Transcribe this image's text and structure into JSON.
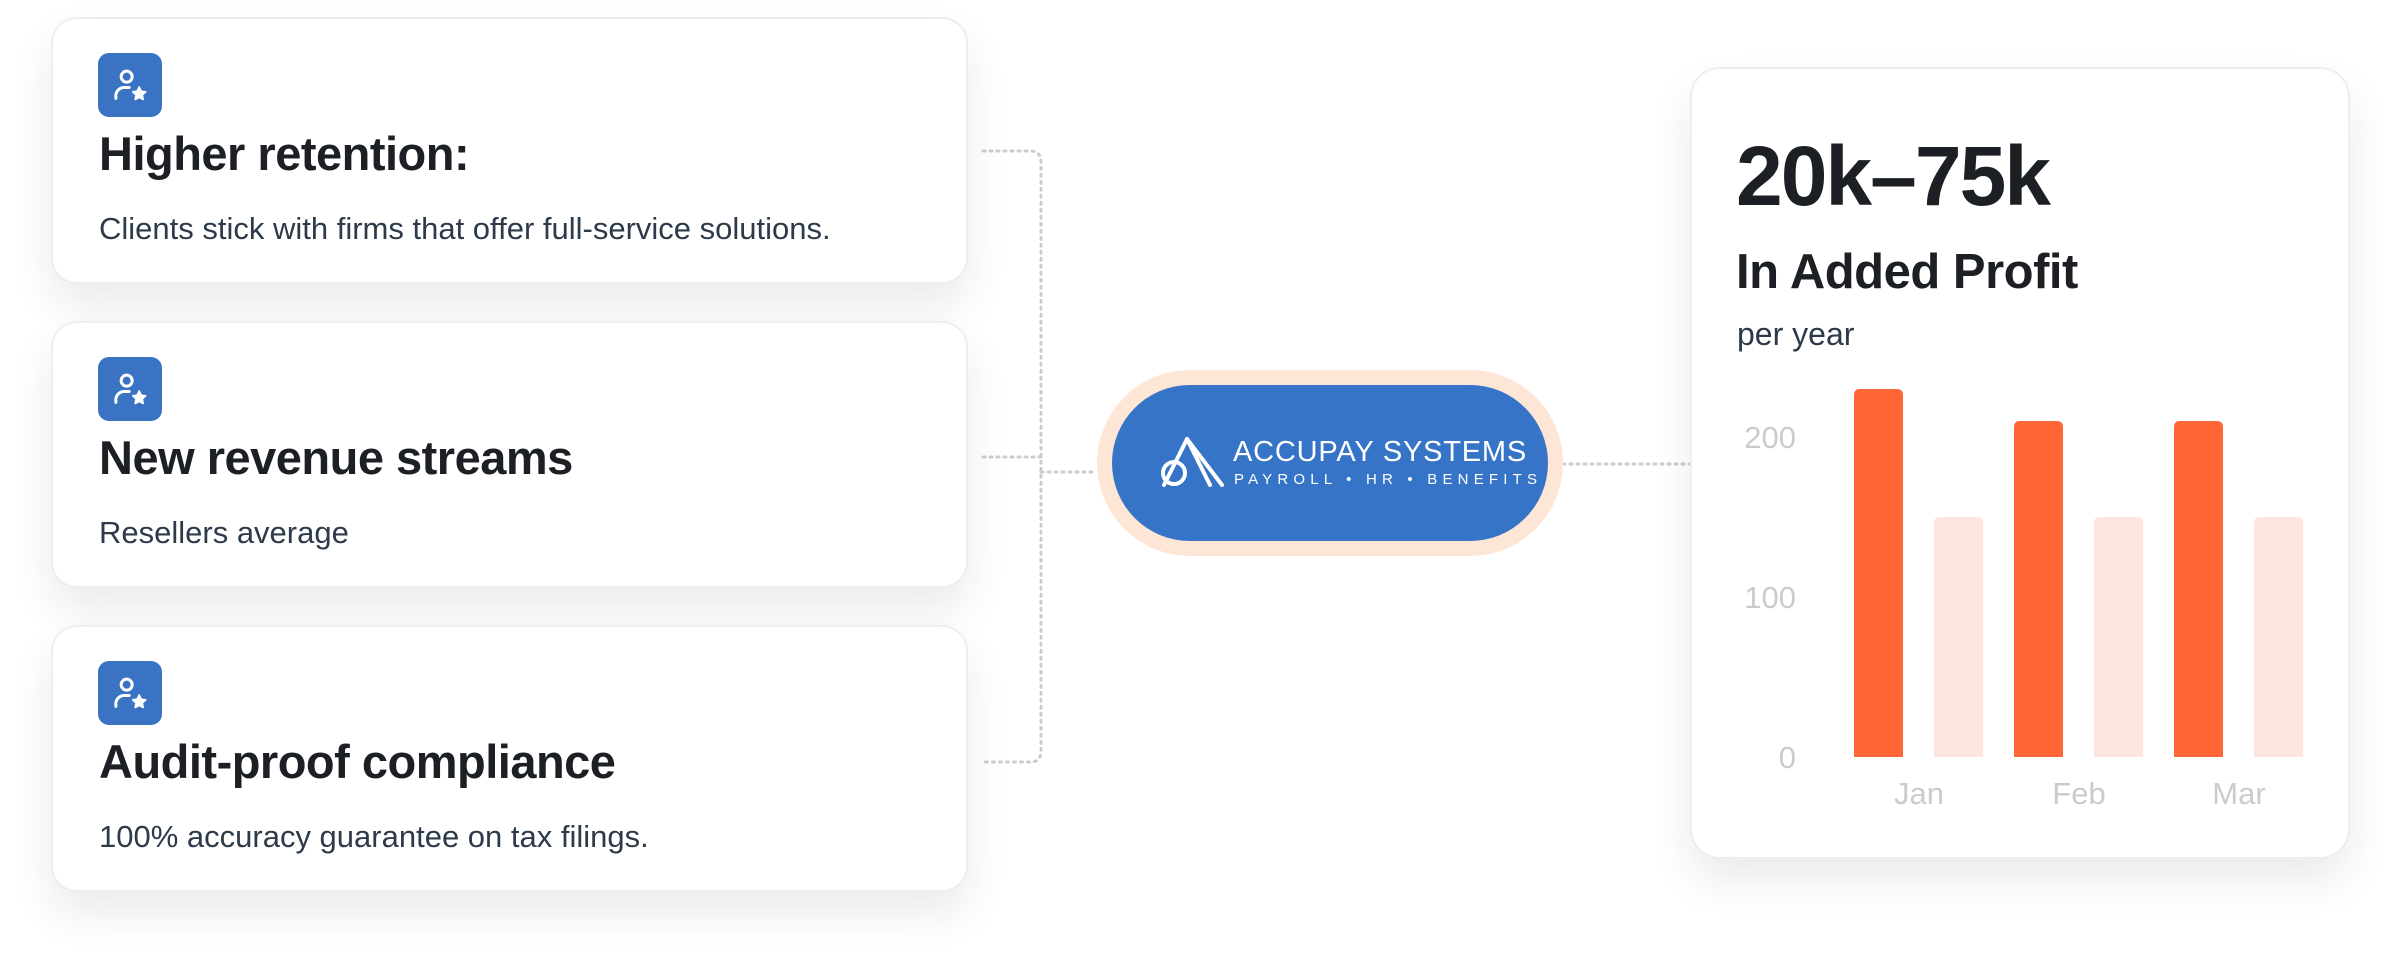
{
  "benefits": [
    {
      "title": "Higher retention:",
      "description": "Clients stick with firms that offer full-service solutions.",
      "icon": "user-star-icon"
    },
    {
      "title": "New revenue streams",
      "description": "Resellers average",
      "icon": "user-star-icon"
    },
    {
      "title": "Audit-proof compliance",
      "description": "100% accuracy guarantee on tax filings.",
      "icon": "user-star-icon"
    }
  ],
  "logo": {
    "name": "ACCUPAY SYSTEMS",
    "tagline": "PAYROLL • HR • BENEFITS"
  },
  "stats": {
    "value": "20k–75k",
    "label": "In Added Profit",
    "period": "per year"
  },
  "colors": {
    "accent": "#3674c8",
    "badge": "#3a73c4",
    "bar_primary": "#ff6636",
    "bar_secondary": "#fde6de",
    "ring": "#fde6d6"
  },
  "chart_data": {
    "type": "bar",
    "categories": [
      "Jan",
      "Feb",
      "Mar"
    ],
    "series": [
      {
        "values": [
          230,
          210,
          210
        ],
        "color": "#ff6636"
      },
      {
        "values": [
          150,
          150,
          150
        ],
        "color": "#fde6de"
      }
    ],
    "yticks": [
      0,
      100,
      200
    ],
    "ylim": [
      0,
      230
    ],
    "grid": false,
    "legend": "none"
  }
}
